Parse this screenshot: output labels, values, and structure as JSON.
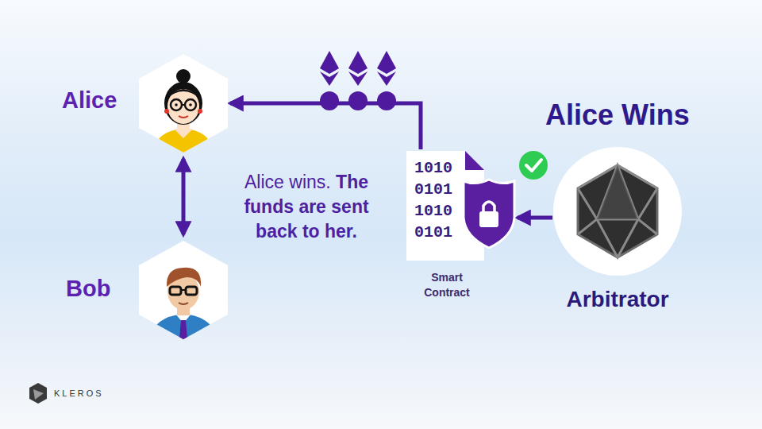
{
  "diagram": {
    "title": "Alice Wins",
    "nodes": [
      {
        "text": [
          "Alice"
        ]
      },
      {
        "text": [
          "Bob"
        ]
      },
      {
        "text": [
          "1010 0101 1010 0101",
          "Smart Contract"
        ]
      },
      {
        "text": [
          "Arbitrator"
        ]
      }
    ],
    "edges": [
      {
        "from": 0,
        "to": 1,
        "arrow": "both"
      },
      {
        "from": 2,
        "to": 0,
        "arrow": "to"
      },
      {
        "from": 3,
        "to": 2,
        "arrow": "to"
      }
    ],
    "labels": [
      "Alice wins.",
      "The funds are sent back to her.",
      "KLEROS"
    ]
  }
}
